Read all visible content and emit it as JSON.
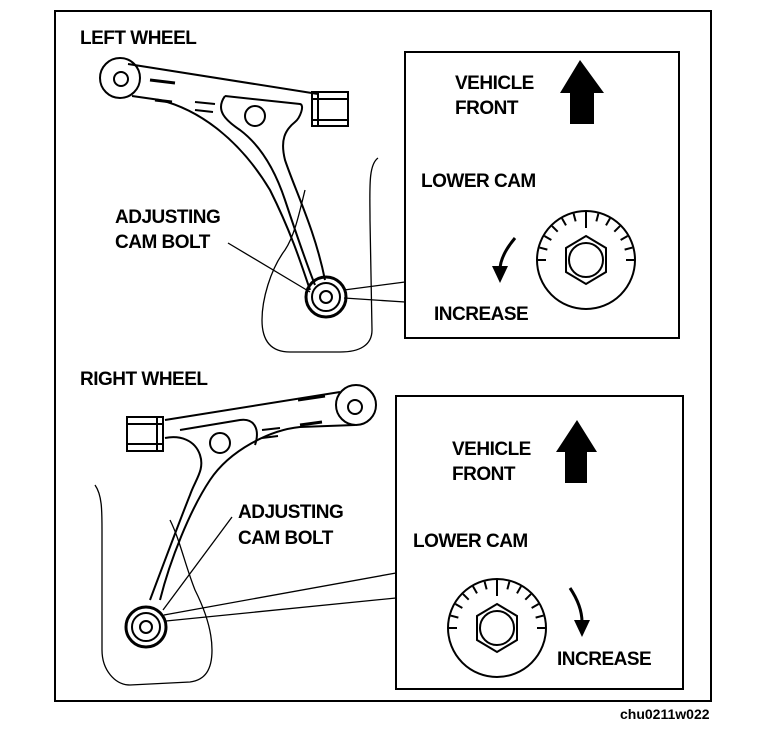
{
  "figure_id": "chu0211w022",
  "colors": {
    "ink": "#000000",
    "paper": "#ffffff"
  },
  "panels": [
    {
      "title": "LEFT WHEEL",
      "callout_line1": "ADJUSTING",
      "callout_line2": "CAM BOLT",
      "inset": {
        "direction_line1": "VEHICLE",
        "direction_line2": "FRONT",
        "direction_icon": "arrow-up-icon",
        "cam_label": "LOWER CAM",
        "rotation_label": "INCREASE",
        "rotation_icon": "counterclockwise-arrow-icon"
      }
    },
    {
      "title": "RIGHT WHEEL",
      "callout_line1": "ADJUSTING",
      "callout_line2": "CAM BOLT",
      "inset": {
        "direction_line1": "VEHICLE",
        "direction_line2": "FRONT",
        "direction_icon": "arrow-up-icon",
        "cam_label": "LOWER CAM",
        "rotation_label": "INCREASE",
        "rotation_icon": "clockwise-arrow-icon"
      }
    }
  ]
}
